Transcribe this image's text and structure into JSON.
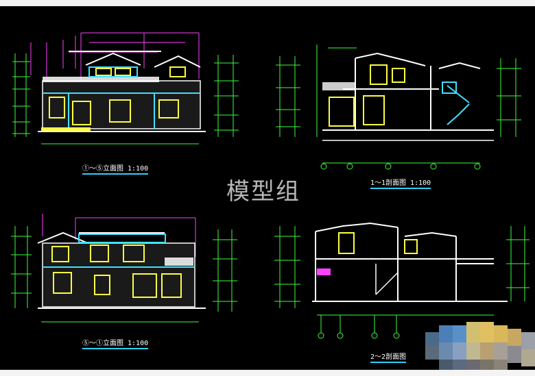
{
  "watermark": "模型组",
  "drawings": [
    {
      "caption": "①～⑤立面图 1:100"
    },
    {
      "caption": "1～1剖面图 1:100"
    },
    {
      "caption": "⑤～①立面图 1:100"
    },
    {
      "caption": "2～2剖面图"
    }
  ],
  "colors": {
    "background": "#000000",
    "wall": "#ffffff",
    "window": "#ffff40",
    "dimension": "#3cff3c",
    "leader": "#ff40ff",
    "accent": "#40e0ff",
    "axis": "#ff3030"
  }
}
